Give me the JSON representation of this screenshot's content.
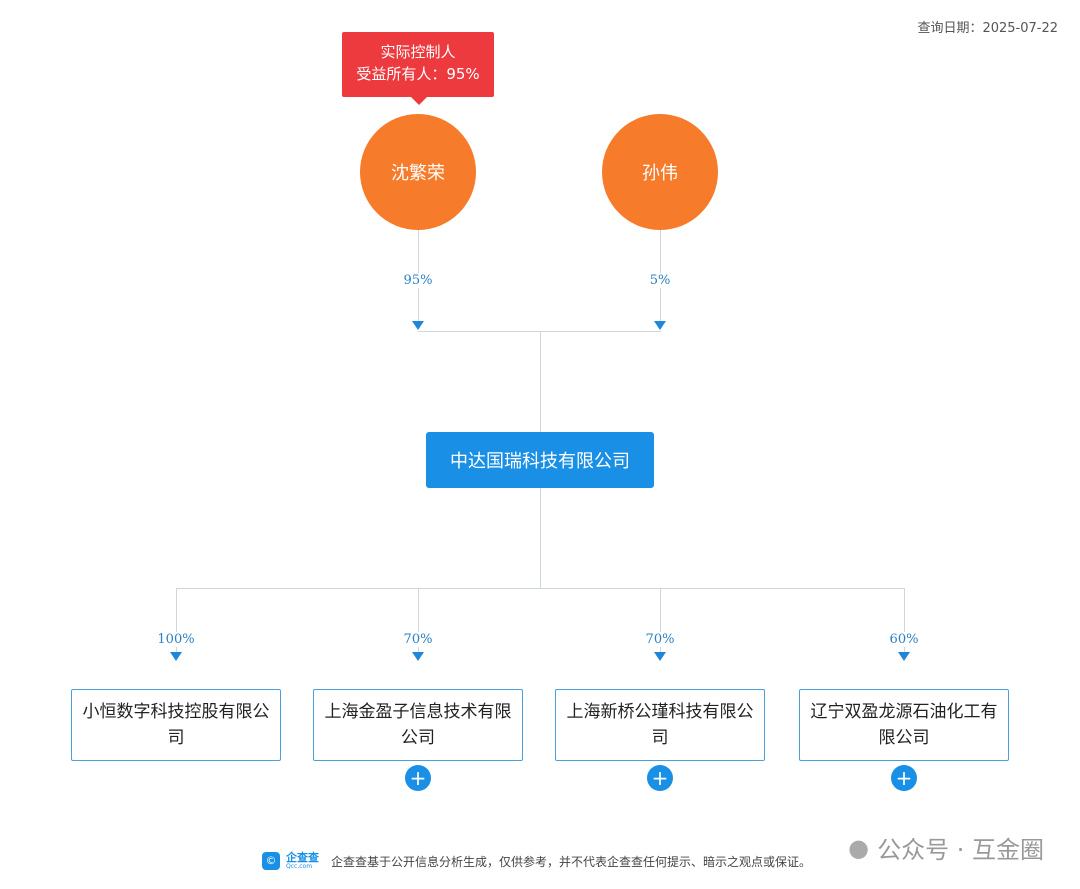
{
  "query_date": "查询日期：2025-07-22",
  "tooltip": {
    "line1": "实际控制人",
    "line2": "受益所有人：95%"
  },
  "shareholders": [
    {
      "name": "沈繁荣",
      "percent": "95%"
    },
    {
      "name": "孙伟",
      "percent": "5%"
    }
  ],
  "company": "中达国瑞科技有限公司",
  "subsidiaries": [
    {
      "name": "小恒数字科技控股有限公司",
      "percent": "100%",
      "expandable": false
    },
    {
      "name": "上海金盈子信息技术有限公司",
      "percent": "70%",
      "expandable": true
    },
    {
      "name": "上海新桥公瑾科技有限公司",
      "percent": "70%",
      "expandable": true
    },
    {
      "name": "辽宁双盈龙源石油化工有限公司",
      "percent": "60%",
      "expandable": true
    }
  ],
  "footer": {
    "brand": "企查查",
    "brand_sub": "Qcc.com",
    "disclaimer": "企查查基于公开信息分析生成，仅供参考，并不代表企查查任何提示、暗示之观点或保证。"
  },
  "watermark": "公众号 · 互金圈",
  "plus_label": "+",
  "colors": {
    "person": "#f67b2b",
    "company": "#1a8fe6",
    "tooltip": "#ec3a3f"
  }
}
